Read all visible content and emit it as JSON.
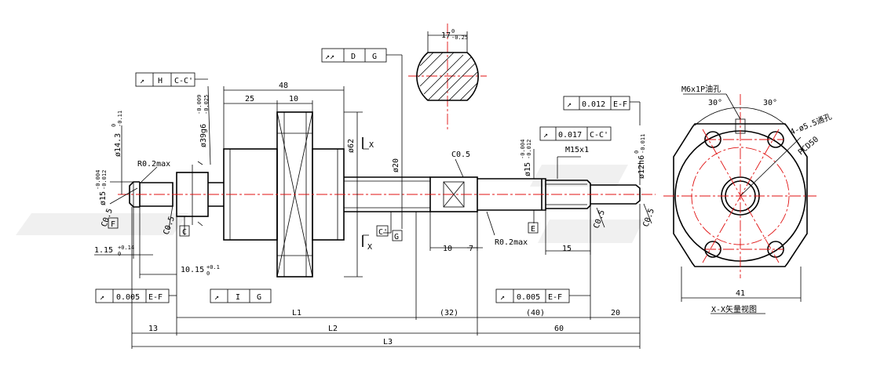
{
  "gdt": {
    "g1": {
      "tol": "",
      "ref": "H",
      "ref2": "C-C'"
    },
    "g2": {
      "tol": "",
      "ref": "D",
      "ref2": "G"
    },
    "g3": {
      "tol": "0.012",
      "ref": "E-F"
    },
    "g4": {
      "tol": "0.017",
      "ref": "C-C'"
    },
    "g5": {
      "tol": "0.005",
      "ref": "E-F"
    },
    "g6": {
      "tol": "",
      "ref": "I",
      "ref2": "G"
    },
    "g7": {
      "tol": "0.005",
      "ref": "E-F"
    }
  },
  "datums": {
    "F": "F",
    "C": "C",
    "C2": "C'",
    "G": "G",
    "E": "E"
  },
  "dims": {
    "d48": "48",
    "d25": "25",
    "d10": "10",
    "d10b": "10",
    "d7": "7",
    "d15": "15",
    "d13": "13",
    "dL1": "L1",
    "dL2": "L2",
    "dL3": "L3",
    "d32": "(32)",
    "d40": "(40)",
    "d60": "60",
    "d20": "20",
    "d41": "41",
    "d17": "17",
    "d17tol": "0",
    "d17tol2": "-0.25",
    "phi62": "ø62",
    "phi20": "ø20",
    "phi39": "ø39g6",
    "phi39u": "-0.009",
    "phi39l": "-0.025",
    "phi143": "ø14.3",
    "phi143u": "0",
    "phi143l": "-0.11",
    "phi15": "ø15",
    "phi15u": "-0.004",
    "phi15l": "-0.012",
    "phi15b": "ø15",
    "phi15bu": "-0.004",
    "phi15bl": "-0.012",
    "phi12": "ø12h6",
    "phi12u": "0",
    "phi12l": "-0.011",
    "r02": "R0.2max",
    "r02b": "R0.2max",
    "c05a": "C0.5",
    "c05b": "C0.5",
    "c05c": "C0.5",
    "c05d": "C0.5",
    "c05e": "C0.5",
    "d115": "1.15",
    "d115u": "+0.14",
    "d115l": "0",
    "d1015": "10.15",
    "d1015u": "+0.1",
    "d1015l": "0",
    "m15": "M15x1",
    "secX1": "X",
    "secX2": "X"
  },
  "view": {
    "oil": "M6x1P油孔",
    "a30a": "30°",
    "a30b": "30°",
    "hole": "4-ø5.5通孔",
    "pcd": "PCD50",
    "caption": "X-X矢量视图"
  }
}
